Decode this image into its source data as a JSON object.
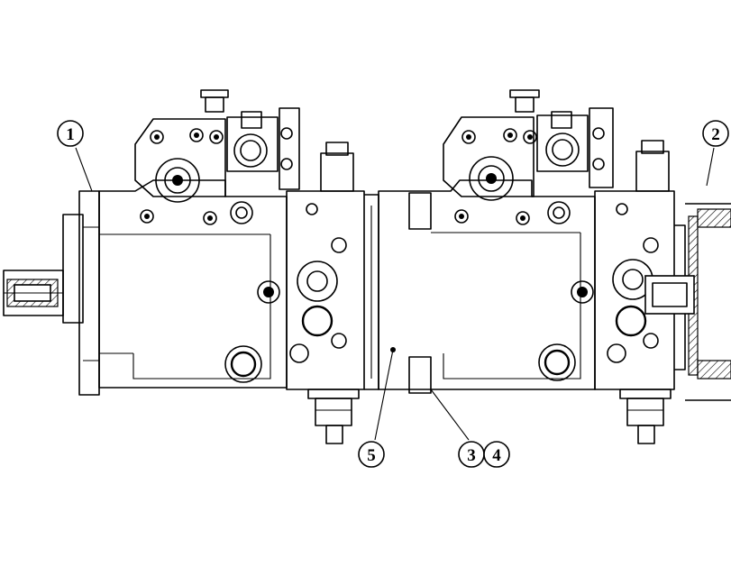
{
  "callouts": [
    {
      "id": "callout-1",
      "label": "1"
    },
    {
      "id": "callout-2",
      "label": "2"
    },
    {
      "id": "callout-3",
      "label": "3"
    },
    {
      "id": "callout-4",
      "label": "4"
    },
    {
      "id": "callout-5",
      "label": "5"
    }
  ],
  "colors": {
    "line": "#000000",
    "background": "#ffffff"
  }
}
